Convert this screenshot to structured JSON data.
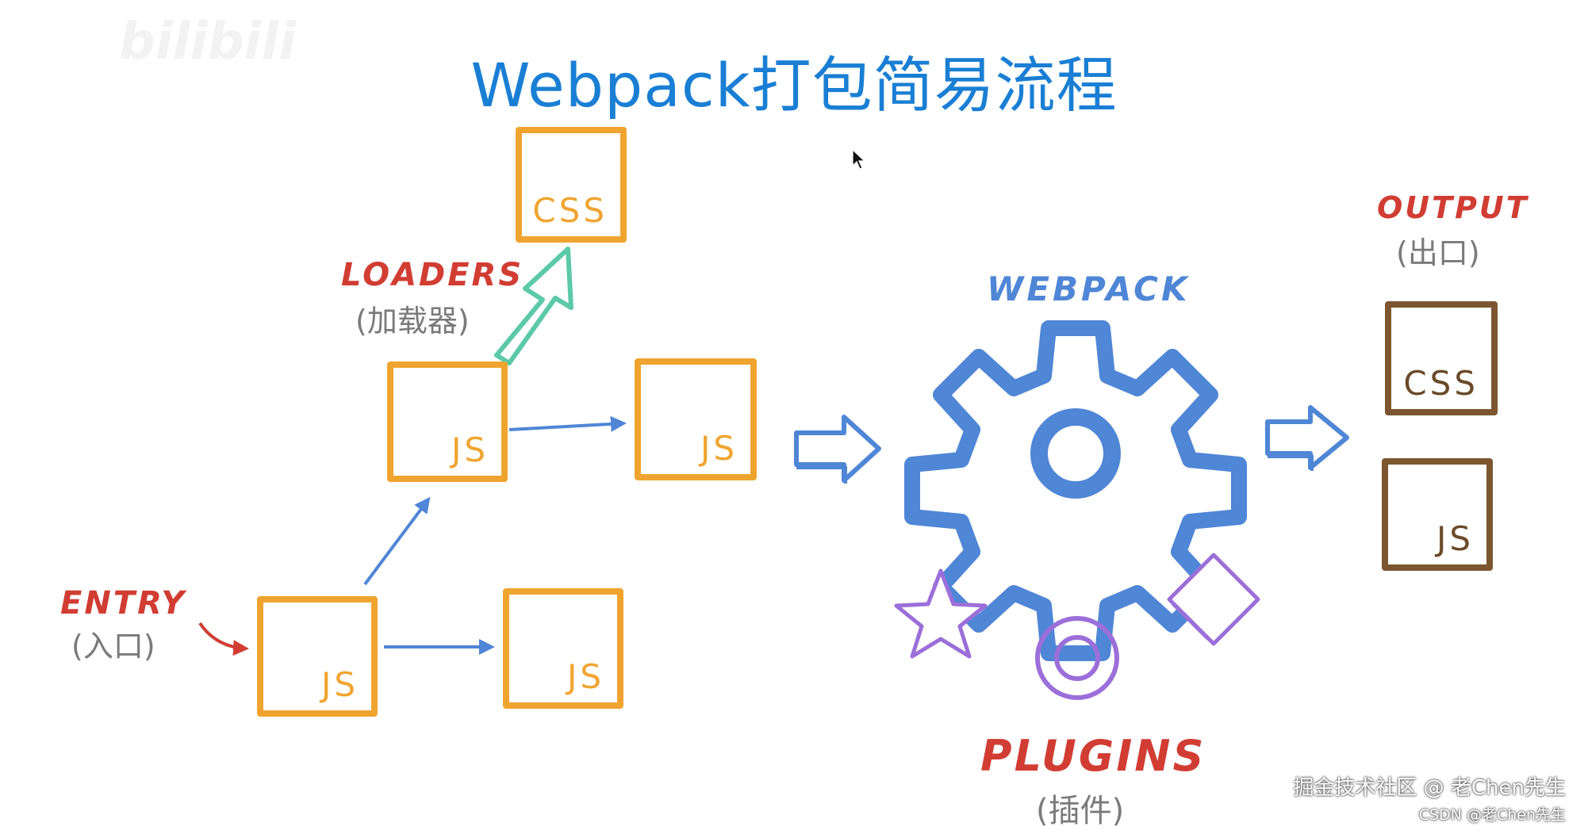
{
  "title": "Webpack打包简易流程",
  "watermark_logo": "bilibili",
  "entry": {
    "label": "ENTRY",
    "sub": "(入口)"
  },
  "loaders": {
    "label": "LOADERS",
    "sub": "(加载器)"
  },
  "webpack": {
    "label": "WEBPACK"
  },
  "plugins": {
    "label": "PLUGINS",
    "sub": "(插件)"
  },
  "output": {
    "label": "OUTPUT",
    "sub": "(出口)"
  },
  "boxes": {
    "css_loader": "CSS",
    "js_mid": "JS",
    "js_right": "JS",
    "js_entry": "JS",
    "js_bottom": "JS",
    "out_css": "CSS",
    "out_js": "JS"
  },
  "credits": {
    "line1": "掘金技术社区 @ 老Chen先生",
    "line2": "CSDN @老Chen先生"
  },
  "colors": {
    "title": "#1a7fd4",
    "box": "#f0a430",
    "output_box": "#7b5630",
    "label_red": "#d13d33",
    "gear": "#4f86d6",
    "arrow_blue": "#4f86d6",
    "loader_arrow": "#5cc9a7",
    "plugins": "#9b6fd9"
  },
  "icons": [
    "gear-icon",
    "star-icon",
    "ring-icon",
    "diamond-icon",
    "cursor-icon",
    "hollow-arrow-icon"
  ]
}
